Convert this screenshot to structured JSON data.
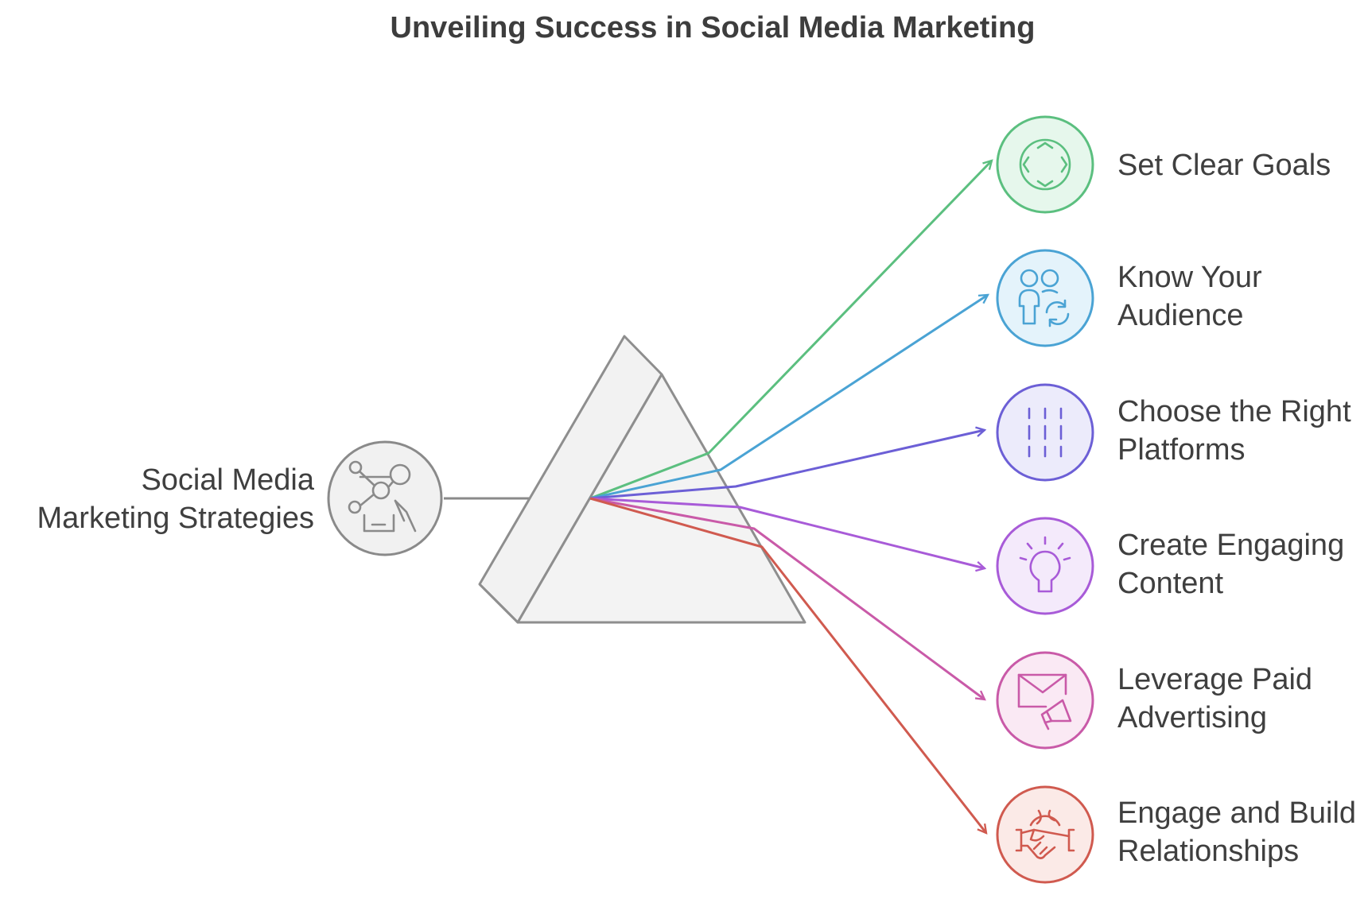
{
  "title": "Unveiling Success in Social Media Marketing",
  "source": {
    "label_lines": [
      "Social Media",
      "Marketing Strategies"
    ],
    "icon": "social-network-phone-icon",
    "color": "#8a8a8a"
  },
  "items": [
    {
      "lines": [
        "Set Clear Goals"
      ],
      "icon": "target-icon",
      "color": "#5bbf7f",
      "fill": "#e6f7ec"
    },
    {
      "lines": [
        "Know Your",
        "Audience"
      ],
      "icon": "users-refresh-icon",
      "color": "#4aa3d4",
      "fill": "#e4f3fb"
    },
    {
      "lines": [
        "Choose the Right",
        "Platforms"
      ],
      "icon": "columns-icon",
      "color": "#6c5fd6",
      "fill": "#ecebfb"
    },
    {
      "lines": [
        "Create Engaging",
        "Content"
      ],
      "icon": "lightbulb-icon",
      "color": "#a85bd8",
      "fill": "#f4eafb"
    },
    {
      "lines": [
        "Leverage Paid",
        "Advertising"
      ],
      "icon": "mail-megaphone-icon",
      "color": "#c95aa8",
      "fill": "#fae9f4"
    },
    {
      "lines": [
        "Engage and Build",
        "Relationships"
      ],
      "icon": "handshake-globe-icon",
      "color": "#d05a4f",
      "fill": "#fbeae7"
    }
  ]
}
